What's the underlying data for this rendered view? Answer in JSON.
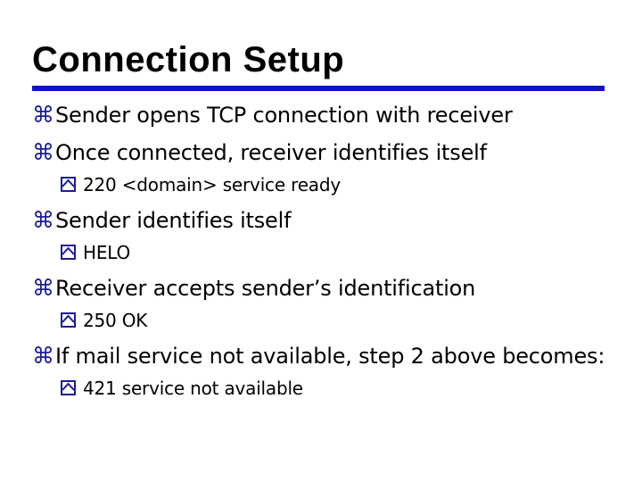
{
  "slide": {
    "title": "Connection Setup",
    "accent_line_color": "#1010cf",
    "bullet_glyph": "⌘",
    "bullet_color": "#1c1c96",
    "bullets": [
      {
        "level": 1,
        "text": "Sender opens TCP connection with receiver"
      },
      {
        "level": 1,
        "text": "Once connected, receiver identifies itself"
      },
      {
        "level": 2,
        "text": "220 <domain> service ready"
      },
      {
        "level": 1,
        "text": "Sender identifies itself"
      },
      {
        "level": 2,
        "text": "HELO"
      },
      {
        "level": 1,
        "text": "Receiver accepts sender’s identification"
      },
      {
        "level": 2,
        "text": "250 OK"
      },
      {
        "level": 1,
        "text": "If mail service not available, step 2 above becomes:"
      },
      {
        "level": 2,
        "text": "421 service not available"
      }
    ]
  }
}
